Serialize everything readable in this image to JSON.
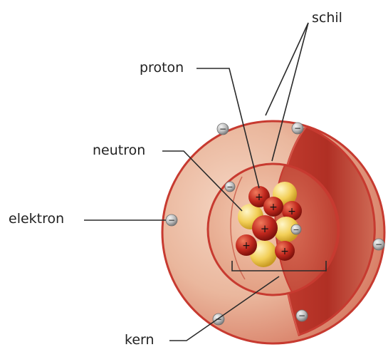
{
  "labels": {
    "schil": "schil",
    "proton": "proton",
    "neutron": "neutron",
    "elektron": "elektron",
    "kern": "kern"
  },
  "colors": {
    "shell_outer": "#c8433a",
    "shell_light": "#f1c7b0",
    "shell_dark": "#a8261c",
    "proton": "#c0271d",
    "neutron": "#f2cf57",
    "electron": "#b9b9b9",
    "leader_line": "#2a2a2a"
  },
  "icons": {
    "proton_sign": "+",
    "electron_sign": "−"
  }
}
